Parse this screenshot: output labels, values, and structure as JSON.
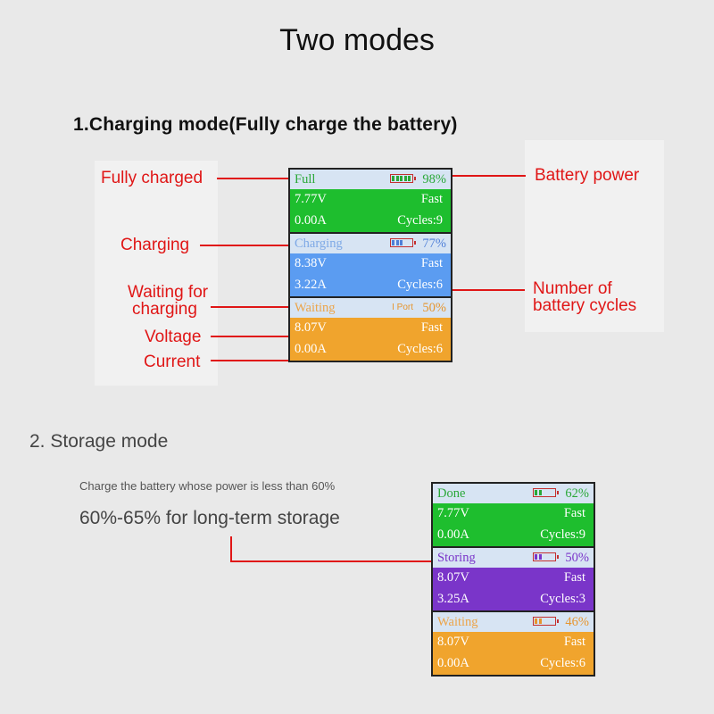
{
  "title": "Two modes",
  "charging_mode": {
    "heading": "1.Charging mode(Fully charge the battery)",
    "labels": {
      "fully_charged": "Fully charged",
      "charging": "Charging",
      "waiting_line1": "Waiting for",
      "waiting_line2": "charging",
      "voltage": "Voltage",
      "current": "Current",
      "battery_power": "Battery power",
      "cycles_line1": "Number of",
      "cycles_line2": "battery cycles"
    },
    "screen": [
      {
        "status": "Full",
        "percent": "98%",
        "voltage": "7.77V",
        "mode": "Fast",
        "current": "0.00A",
        "cycles": "Cycles:9",
        "color": "#1ebe2e",
        "status_color": "#2aa838",
        "cells": 5,
        "cell_color": "#2aa838"
      },
      {
        "status": "Charging",
        "percent": "77%",
        "voltage": "8.38V",
        "mode": "Fast",
        "current": "3.22A",
        "cycles": "Cycles:6",
        "color": "#5b9cf1",
        "status_color": "#7ea9e6",
        "cells": 3,
        "cell_color": "#4f7fd8"
      },
      {
        "status": "Waiting",
        "port": "I Port",
        "percent": "50%",
        "voltage": "8.07V",
        "mode": "Fast",
        "current": "0.00A",
        "cycles": "Cycles:6",
        "color": "#f0a42d",
        "status_color": "#eca449"
      }
    ]
  },
  "storage_mode": {
    "heading": "2. Storage mode",
    "description": "Charge the battery whose power is less than 60%",
    "target": "60%-65% for long-term storage",
    "screen": [
      {
        "status": "Done",
        "percent": "62%",
        "voltage": "7.77V",
        "mode": "Fast",
        "current": "0.00A",
        "cycles": "Cycles:9",
        "color": "#1ebe2e",
        "status_color": "#2aa838",
        "cells": 2,
        "cell_color": "#2aa838"
      },
      {
        "status": "Storing",
        "percent": "50%",
        "voltage": "8.07V",
        "mode": "Fast",
        "current": "3.25A",
        "cycles": "Cycles:3",
        "color": "#7a35c9",
        "status_color": "#7a35c9",
        "cells": 2,
        "cell_color": "#7a35c9"
      },
      {
        "status": "Waiting",
        "percent": "46%",
        "voltage": "8.07V",
        "mode": "Fast",
        "current": "0.00A",
        "cycles": "Cycles:6",
        "color": "#f0a42d",
        "status_color": "#eca449",
        "cells": 2,
        "cell_color": "#e6952e"
      }
    ]
  }
}
